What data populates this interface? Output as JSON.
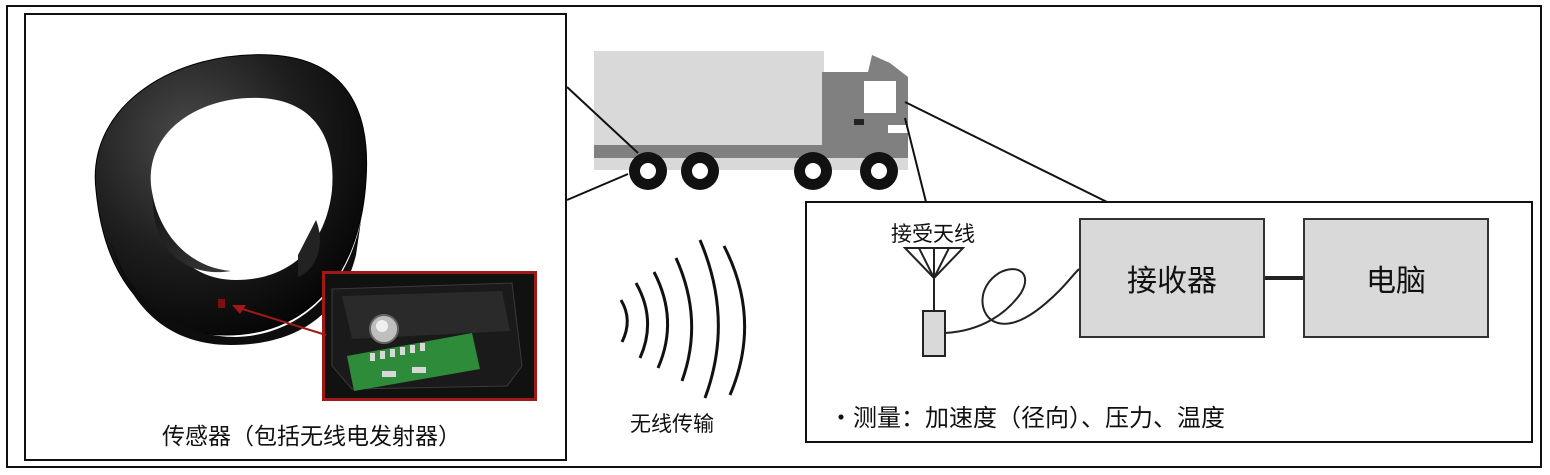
{
  "sensor_caption": "传感器（包括无线电发射器）",
  "wireless_label": "无线传输",
  "antenna_label": "接受天线",
  "receiver_label": "接收器",
  "computer_label": "电脑",
  "measurement_text": "・测量：加速度（径向）、压力、温度",
  "colors": {
    "tire": "#1c1c1c",
    "sensor_frame": "#a01818",
    "truck_cargo": "#d9d9d9",
    "truck_cab": "#808080",
    "pcb": "#2e8b3a",
    "box_fill": "#d9d9d9"
  },
  "icons": [
    "tire-image",
    "sensor-photo",
    "truck-icon",
    "radio-waves-icon",
    "antenna-icon"
  ]
}
